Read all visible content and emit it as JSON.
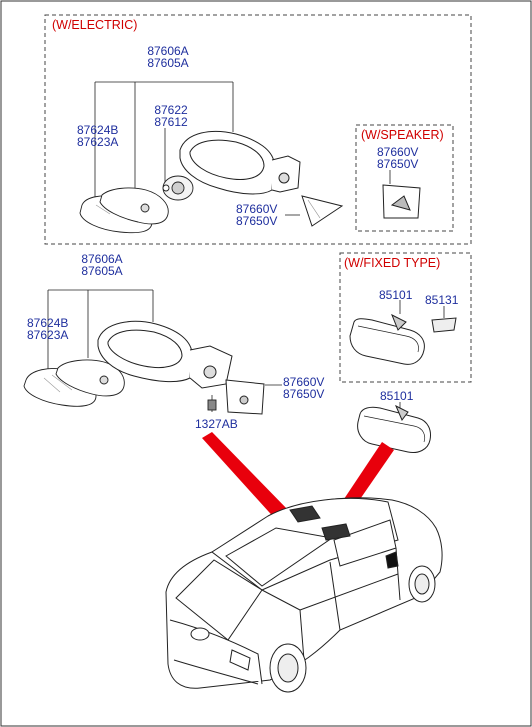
{
  "sections": {
    "electric": "(W/ELECTRIC)",
    "speaker": "(W/SPEAKER)",
    "fixed_type": "(W/FIXED TYPE)"
  },
  "part_numbers": {
    "electric_assy_a": "87606A",
    "electric_assy_b": "87605A",
    "electric_actuator_a": "87622",
    "electric_actuator_b": "87612",
    "electric_glass_a": "87624B",
    "electric_glass_b": "87623A",
    "electric_cover_a": "87660V",
    "electric_cover_b": "87650V",
    "speaker_cover_a": "87660V",
    "speaker_cover_b": "87650V",
    "manual_assy_a": "87606A",
    "manual_assy_b": "87605A",
    "manual_glass_a": "87624B",
    "manual_glass_b": "87623A",
    "manual_cover_a": "87660V",
    "manual_cover_b": "87650V",
    "screw": "1327AB",
    "fixed_inside_mirror": "85101",
    "fixed_cover": "85131",
    "inside_mirror": "85101"
  },
  "colors": {
    "part_label": "#1f2f9e",
    "section_label": "#d00000",
    "pointer": "#e8000c",
    "line": "#222222"
  }
}
